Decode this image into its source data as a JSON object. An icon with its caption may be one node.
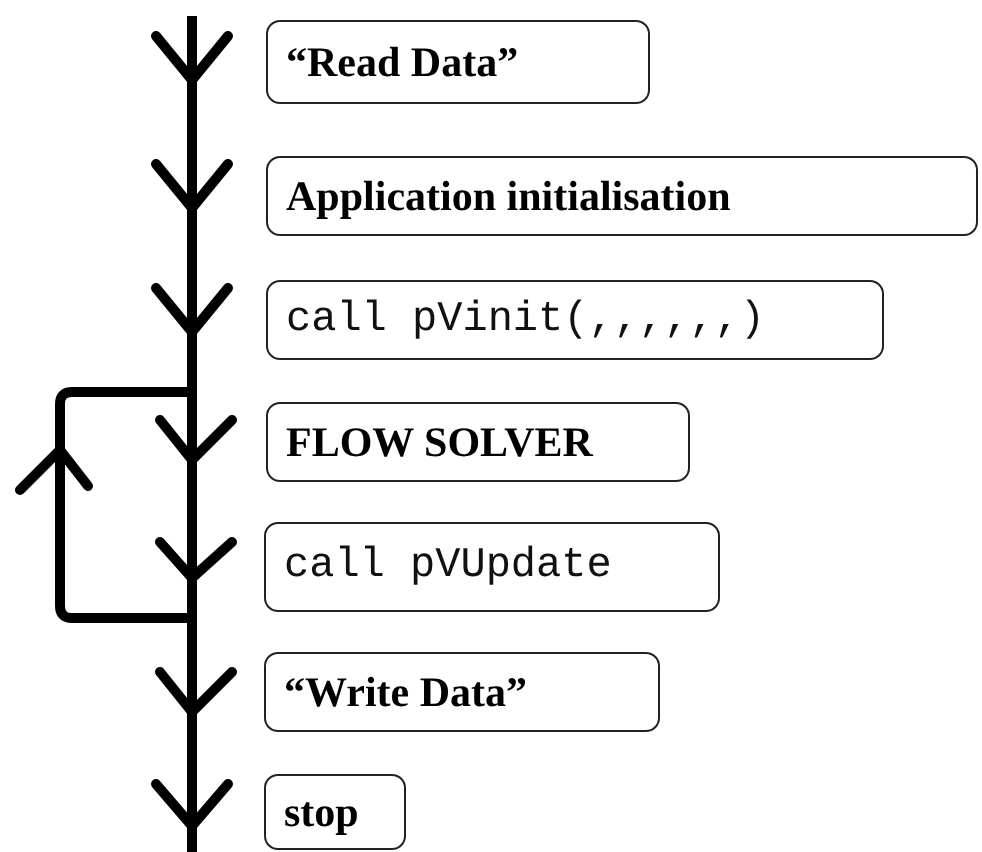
{
  "diagram": {
    "nodes": [
      {
        "text": [
          "“Read Data”"
        ]
      },
      {
        "text": [
          "Application initialisation"
        ]
      },
      {
        "text": [
          "call pVinit(,,,,,,)"
        ]
      },
      {
        "text": [
          "FLOW SOLVER"
        ]
      },
      {
        "text": [
          "call pVUpdate"
        ]
      },
      {
        "text": [
          "“Write Data”"
        ]
      },
      {
        "text": [
          "stop"
        ]
      }
    ]
  }
}
